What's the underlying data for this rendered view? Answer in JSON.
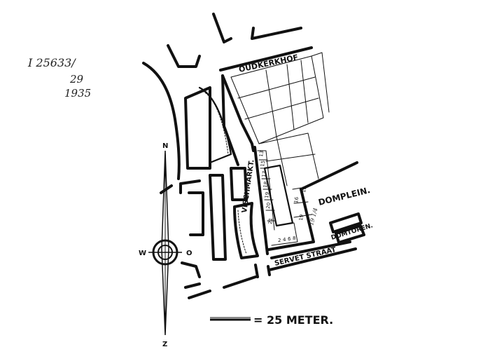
{
  "archive_note": {
    "line1": "I 25633/",
    "line2": "29",
    "line3": "1935"
  },
  "streets": {
    "oudkerkhof": "OUDKERKHOF",
    "vischmarkt": "VISCHMARKT.",
    "domplein": "DOMPLEIN.",
    "servetstraat": "SERVET STRAAT",
    "domtoren": "DOMTOREN."
  },
  "compass": {
    "north": "N",
    "west": "W",
    "east": "O",
    "south": "Z"
  },
  "scale": {
    "label": "= 25 METER."
  },
  "lot_numbers": [
    "13",
    "15",
    "17",
    "18",
    "19",
    "20",
    "21",
    "16",
    "15",
    "19",
    "2",
    "4",
    "6",
    "8"
  ],
  "pencil_note": "19 1/4",
  "colors": {
    "ink": "#111111",
    "paper": "#ffffff"
  }
}
